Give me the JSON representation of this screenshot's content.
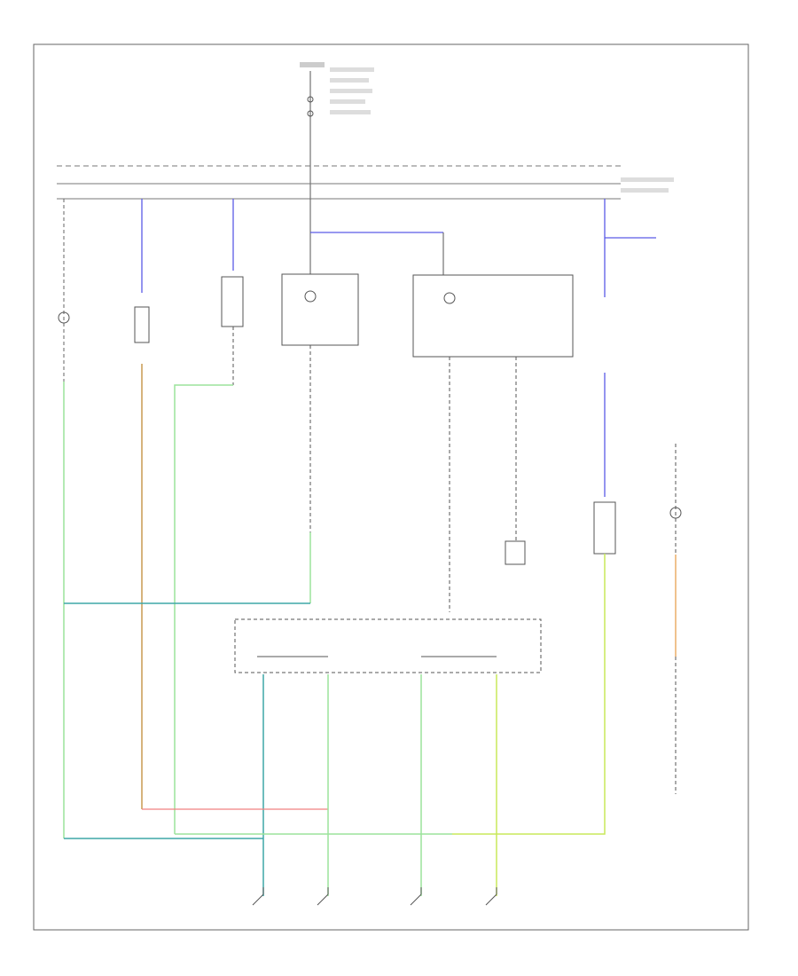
{
  "figure_id": "",
  "colors": {
    "ink": "#555555",
    "frame": "#666666",
    "light_green": "#9be39b",
    "green_yellow": "#c8e85a",
    "blue_violet": "#5a5ae6",
    "light_blue_green": "#3fa7a7",
    "orange": "#e8a050",
    "pink": "#f08080",
    "tan_orange": "#c89a50"
  },
  "wire_color_names": [
    "light-green",
    "green-yellow",
    "blue-violet",
    "light-blue-green",
    "orange",
    "pink",
    "tan-orange"
  ]
}
